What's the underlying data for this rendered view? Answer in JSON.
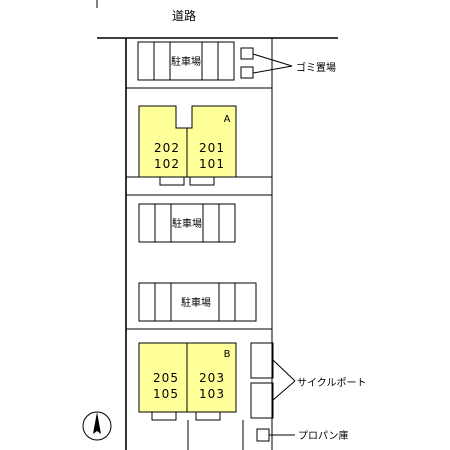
{
  "road_label": "道路",
  "parking_label": "駐車場",
  "garbage_label": "ゴミ置場",
  "cycle_port_label": "サイクルポート",
  "propane_label": "プロパン庫",
  "colors": {
    "building_fill": "#ffff99",
    "line": "#000000",
    "background": "#ffffff"
  },
  "buildings": [
    {
      "name": "A",
      "units_left": [
        "202",
        "102"
      ],
      "units_right": [
        "201",
        "101"
      ]
    },
    {
      "name": "B",
      "units_left": [
        "205",
        "105"
      ],
      "units_right": [
        "203",
        "103"
      ]
    }
  ],
  "north_icon": "north-arrow-icon"
}
